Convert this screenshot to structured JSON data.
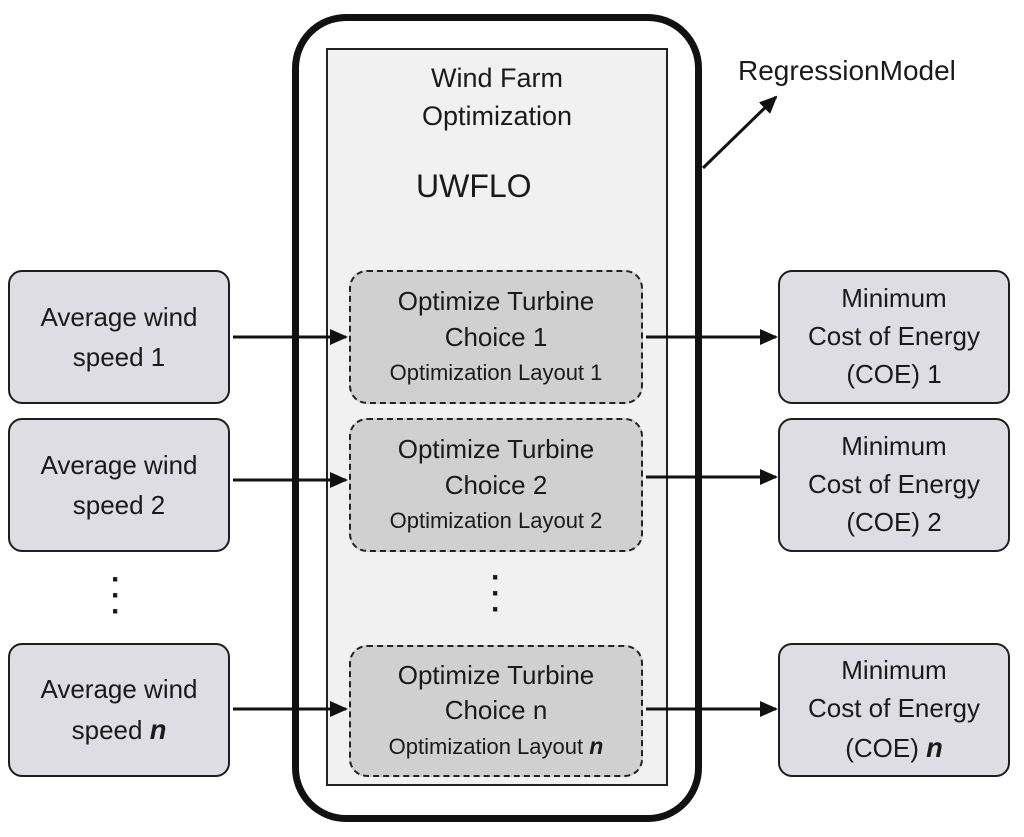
{
  "regression_model": {
    "label": "RegressionModel"
  },
  "optimization_panel": {
    "title_line1": "Wind Farm",
    "title_line2": "Optimization",
    "method": "UWFLO"
  },
  "inputs": [
    {
      "line1": "Average wind",
      "line2": "speed 1"
    },
    {
      "line1": "Average wind",
      "line2": "speed 2"
    },
    {
      "line1": "Average wind",
      "line2_prefix": "speed ",
      "line2_n": "n"
    }
  ],
  "optimizers": [
    {
      "line1": "Optimize  Turbine",
      "line2": "Choice 1",
      "line3": "Optimization   Layout 1"
    },
    {
      "line1": "Optimize  Turbine",
      "line2": "Choice 2",
      "line3": "Optimization   Layout 2"
    },
    {
      "line1": "Optimize  Turbine",
      "line2": "Choice n",
      "line3_prefix": "Optimization   Layout ",
      "line3_n": "n"
    }
  ],
  "outputs": [
    {
      "line1": "Minimum",
      "line2": "Cost of  Energy",
      "line3": "(COE)  1"
    },
    {
      "line1": "Minimum",
      "line2": "Cost of  Energy",
      "line3": "(COE)  2"
    },
    {
      "line1": "Minimum",
      "line2": "Cost of  Energy",
      "line3_prefix": "(COE) ",
      "line3_n": "n"
    }
  ],
  "ellipsis": "·\n·\n·"
}
